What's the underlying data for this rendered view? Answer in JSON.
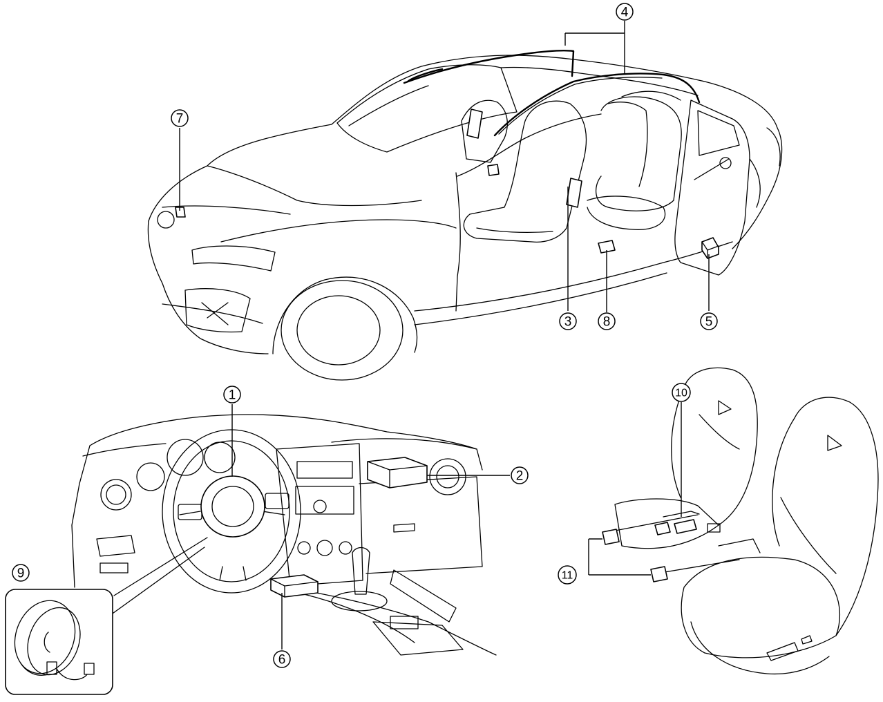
{
  "callouts": {
    "c1": "1",
    "c2": "2",
    "c3": "3",
    "c4": "4",
    "c5": "5",
    "c6": "6",
    "c7": "7",
    "c8": "8",
    "c9": "9",
    "c10": "10",
    "c11": "11"
  },
  "style": {
    "line_color": "#000000",
    "background": "#ffffff"
  }
}
